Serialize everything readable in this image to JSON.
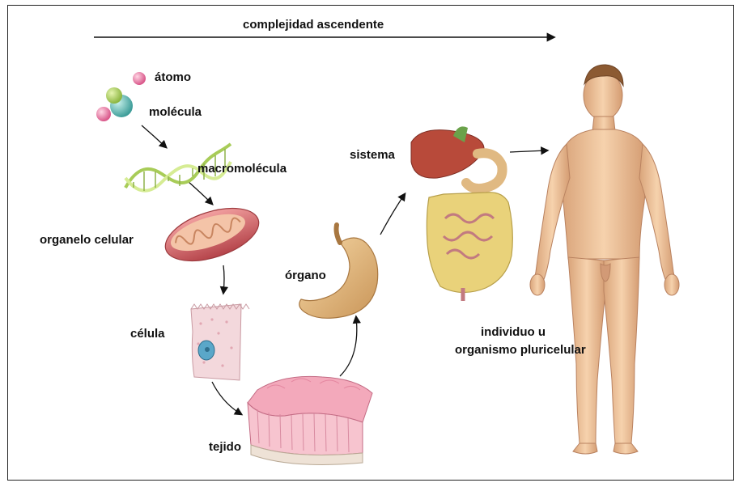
{
  "header": {
    "title": "complejidad ascendente"
  },
  "levels": [
    {
      "id": "atomo",
      "label": "átomo",
      "icon": "atom-icon"
    },
    {
      "id": "molecula",
      "label": "molécula",
      "icon": "molecule-icon"
    },
    {
      "id": "macromolecula",
      "label": "macromolécula",
      "icon": "dna-helix-icon"
    },
    {
      "id": "organelo",
      "label": "organelo celular",
      "icon": "mitochondrion-icon"
    },
    {
      "id": "celula",
      "label": "célula",
      "icon": "cell-icon"
    },
    {
      "id": "tejido",
      "label": "tejido",
      "icon": "tissue-icon"
    },
    {
      "id": "organo",
      "label": "órgano",
      "icon": "stomach-icon"
    },
    {
      "id": "sistema",
      "label": "sistema",
      "icon": "digestive-system-icon"
    },
    {
      "id": "individuo",
      "label_line1": "individuo u",
      "label_line2": "organismo pluricelular",
      "icon": "human-body-icon"
    }
  ],
  "colors": {
    "skin": "#f2c9a0",
    "skin_shade": "#d9a47a",
    "mitochondrion": "#e07a7e",
    "tissue": "#f1a6b4",
    "liver": "#b84a3a",
    "intestine": "#e9d27a",
    "dna": "#b6d66a",
    "atom": "#e88fb0",
    "molecule_teal": "#6fc8c0"
  }
}
